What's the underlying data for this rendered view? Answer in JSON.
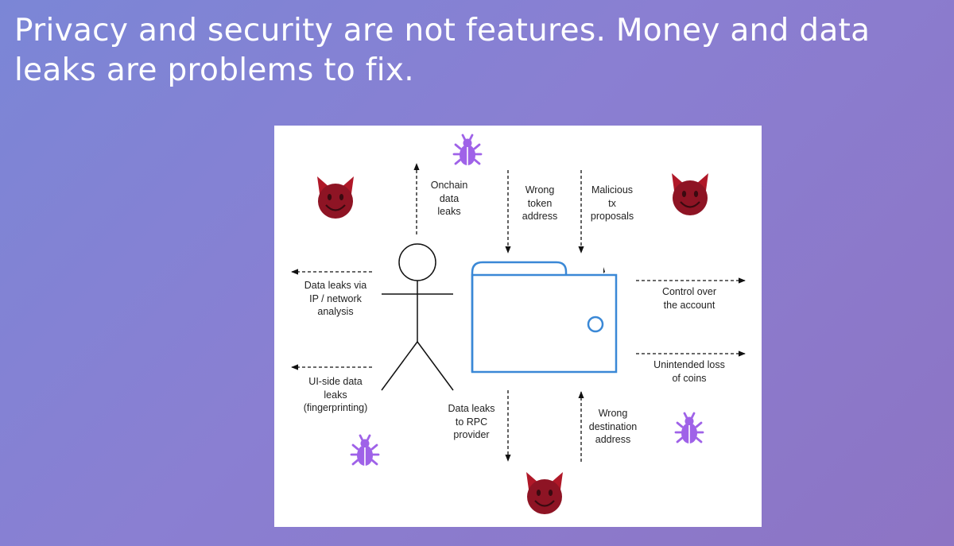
{
  "slide": {
    "title_line1": "Privacy and security are not features. Money and data",
    "title_line2": "leaks are problems to fix."
  },
  "diagram": {
    "labels": {
      "onchain": "Onchain\ndata\nleaks",
      "wrong_token": "Wrong\ntoken\naddress",
      "malicious_tx": "Malicious\ntx\nproposals",
      "ip_network": "Data leaks via\nIP / network\nanalysis",
      "control": "Control over\nthe account",
      "ui_side": "UI-side data\nleaks\n(fingerprinting)",
      "unintended": "Unintended loss\nof coins",
      "rpc": "Data leaks\nto RPC\nprovider",
      "wrong_dest": "Wrong\ndestination\naddress"
    },
    "colors": {
      "wallet": "#3a88d6",
      "devil": "#8e1424",
      "devil_horn": "#b01828",
      "bug": "#9f62e8",
      "arrow": "#111111"
    },
    "icons": {
      "devil": "devil-icon",
      "bug": "bug-icon",
      "wallet": "wallet-icon",
      "person": "stick-figure-icon"
    }
  }
}
